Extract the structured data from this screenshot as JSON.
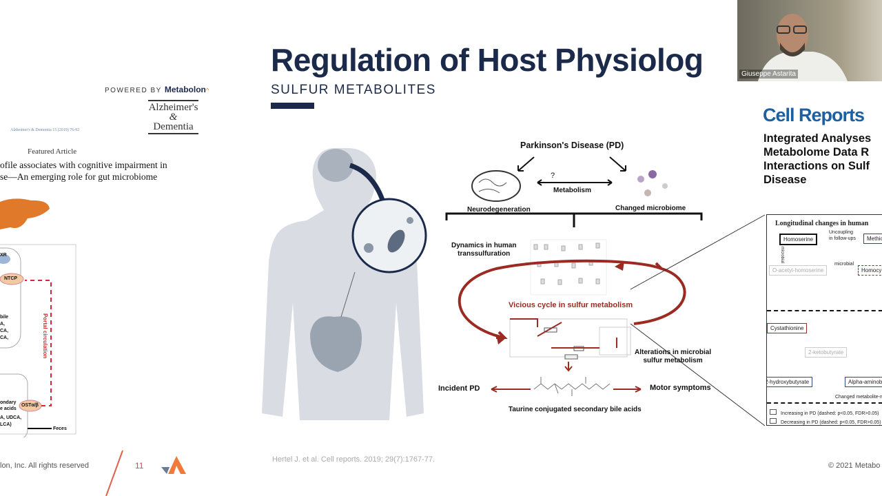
{
  "slide": {
    "title": "Regulation of Host Physiolog",
    "subtitle": "SULFUR METABOLITES",
    "page_number": "11",
    "citation": "Hertel J. et al. Cell reports. 2019; 29(7):1767-77.",
    "copyright_left": "lon, Inc. All rights reserved",
    "copyright_right": "© 2021 Metabo"
  },
  "left_article": {
    "powered_by": "POWERED BY",
    "brand": "Metabolon",
    "journal_logo": [
      "Alzheimer's",
      "&",
      "Dementia"
    ],
    "journal_ref": "Alzheimer's & Dementia 15 (2019) 76-92",
    "section": "Featured Article",
    "title_lines": [
      "ofile associates with cognitive impairment in",
      "se—An emerging role for gut microbiome"
    ],
    "diagram": {
      "labels": [
        "XR",
        "NTCP",
        "bile",
        "A,",
        "CA,",
        "CA,",
        "Portal circulation",
        "ondary",
        "e acids",
        "A, UDCA,",
        "LCA)",
        "OSTα/β",
        "Feces"
      ]
    }
  },
  "center_diagram": {
    "top": "Parkinson's Disease (PD)",
    "question": "?",
    "metabolism": "Metabolism",
    "neuro": "Neurodegeneration",
    "microbiome": "Changed microbiome",
    "dynamics": [
      "Dynamics in human",
      "transsulfuration"
    ],
    "vicious": "Vicious cycle in sulfur metabolism",
    "alterations": [
      "Alterations in microbial",
      "sulfur metabolism"
    ],
    "incident": "Incident PD",
    "motor": "Motor symptoms",
    "taurine": "Taurine conjugated secondary bile acids",
    "accent": "#9b2a22"
  },
  "right_article": {
    "journal": "Cell Reports",
    "title_lines": [
      "Integrated Analyses",
      "Metabolome Data R",
      "Interactions on Sulf",
      "Disease"
    ],
    "figure": {
      "title": "Longitudinal changes in human",
      "nodes": [
        "Homoserine",
        "Methio",
        "O-acetyl-homoserine",
        "Homocy",
        "Cystathionine",
        "2-ketobutyrate",
        "2-hydroxybutyrate",
        "Alpha-aminob"
      ],
      "edges": [
        "Uncoupling",
        "in follow-ups",
        "microbial",
        "microbial"
      ],
      "caption": "Changed metabolite-me",
      "legend": [
        "Increasing in PD (dashed: p<0.05, FDR>0.05)",
        "Decreasing in PD (dashed: p<0.05, FDR>0.05)"
      ]
    }
  },
  "video": {
    "participant": "Giuseppe Astarita"
  }
}
